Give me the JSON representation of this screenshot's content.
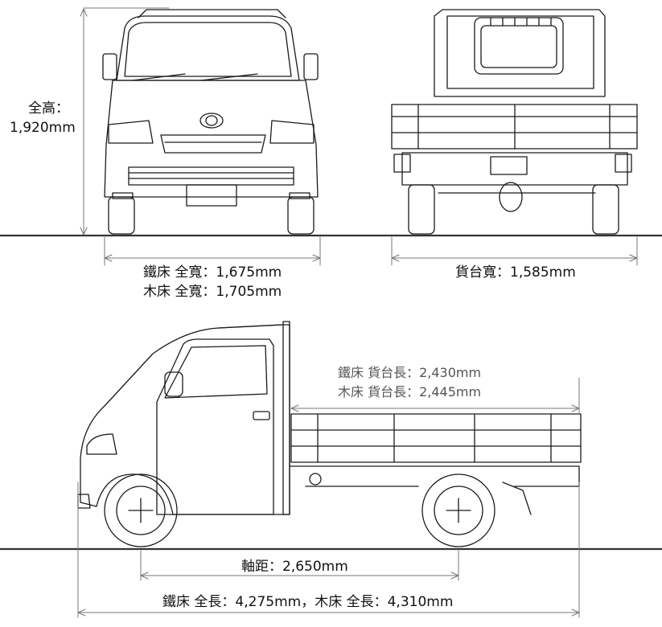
{
  "labels": {
    "height_title": "全高：",
    "height_value": "1,920mm",
    "width_steel": "鐵床 全寬：1,675mm",
    "width_wood": "木床 全寬：1,705mm",
    "bed_width": "貨台寬：1,585mm",
    "bed_length_steel": "鐵床 貨台長：2,430mm",
    "bed_length_wood": "木床 貨台長：2,445mm",
    "wheelbase": "軸距：2,650mm",
    "overall_length": "鐵床 全長：4,275mm，木床 全長：4,310mm"
  },
  "colors": {
    "line": "#1a1a1a",
    "ground": "#333333",
    "dimension": "#777777",
    "label_dark": "#111111",
    "label_grey": "#555555"
  }
}
